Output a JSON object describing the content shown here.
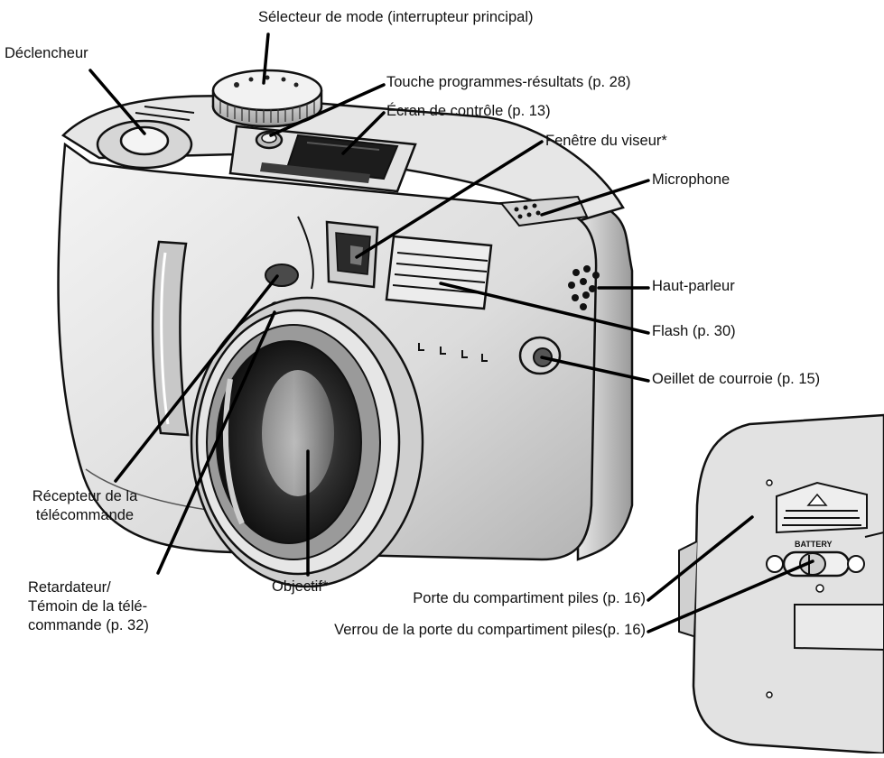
{
  "labels": {
    "mode_dial": "Sélecteur de mode (interrupteur principal)",
    "shutter": "Déclencheur",
    "program_results": "Touche programmes-résultats (p. 28)",
    "control_screen": "Écran de contrôle (p. 13)",
    "viewfinder_window": "Fenêtre du viseur*",
    "microphone": "Microphone",
    "speaker": "Haut-parleur",
    "flash": "Flash (p. 30)",
    "strap_eyelet": "Oeillet de courroie (p. 15)",
    "remote_receiver_line1": "Récepteur de la",
    "remote_receiver_line2": "télécommande",
    "self_timer_line1": "Retardateur/",
    "self_timer_line2": "Témoin de la télé-",
    "self_timer_line3": "commande (p. 32)",
    "lens": "Objectif*",
    "battery_door": "Porte du compartiment piles (p. 16)",
    "battery_lock": "Verrou de la porte du compartiment piles(p. 16)"
  },
  "device_text": {
    "battery": "BATTERY"
  }
}
